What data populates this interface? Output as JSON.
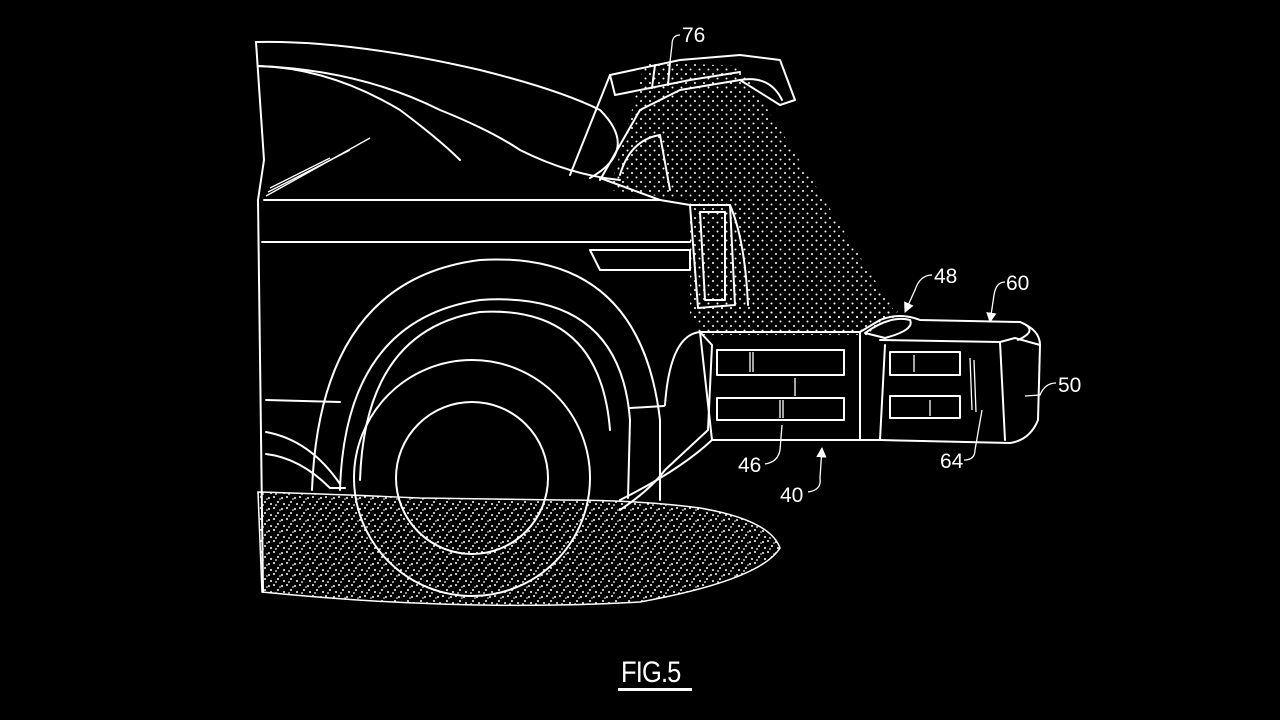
{
  "figure": {
    "caption": "FIG.5",
    "background_color": "#000000",
    "line_color": "#ffffff"
  },
  "reference_numerals": {
    "n76": "76",
    "n48": "48",
    "n60": "60",
    "n50": "50",
    "n64": "64",
    "n46": "46",
    "n40": "40"
  }
}
